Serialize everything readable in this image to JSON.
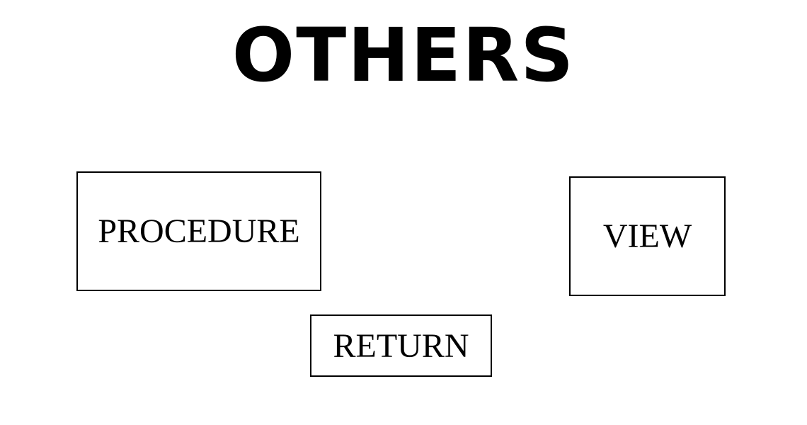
{
  "header": {
    "title": "OTHERS"
  },
  "menu": {
    "procedure_label": "PROCEDURE",
    "view_label": "VIEW",
    "return_label": "RETURN"
  },
  "colors": {
    "background": "#ffffff",
    "foreground": "#000000",
    "border": "#000000"
  }
}
